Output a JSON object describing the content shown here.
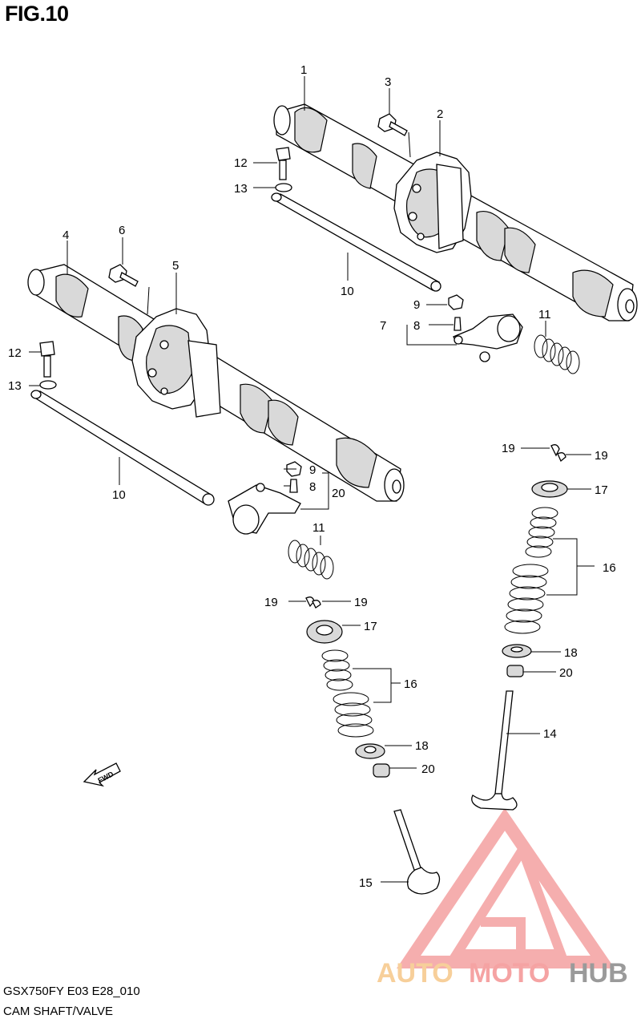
{
  "figure": {
    "title": "FIG.10"
  },
  "fwd_label": "FWD",
  "callouts": {
    "c1": "1",
    "c2": "2",
    "c3": "3",
    "c4": "4",
    "c5": "5",
    "c6": "6",
    "c7": "7",
    "c8a": "8",
    "c8b": "8",
    "c9a": "9",
    "c9b": "9",
    "c10a": "10",
    "c10b": "10",
    "c11a": "11",
    "c11b": "11",
    "c12a": "12",
    "c12b": "12",
    "c13a": "13",
    "c13b": "13",
    "c14": "14",
    "c15": "15",
    "c16a": "16",
    "c16b": "16",
    "c17a": "17",
    "c17b": "17",
    "c18a": "18",
    "c18b": "18",
    "c19a": "19",
    "c19b": "19",
    "c19c": "19",
    "c19d": "19",
    "c20a": "20",
    "c20b": "20",
    "c20c": "20"
  },
  "watermark": {
    "part1": "AUTO",
    "part2": "MOTO",
    "part3": "HUB",
    "colors": {
      "auto": "#f7cf9a",
      "moto": "#f5a3a3",
      "hub": "#9a9a9a",
      "logo": "#f4a0a0"
    }
  },
  "footer": {
    "code": "GSX750FY E03 E28_010",
    "title": "CAM SHAFT/VALVE"
  }
}
